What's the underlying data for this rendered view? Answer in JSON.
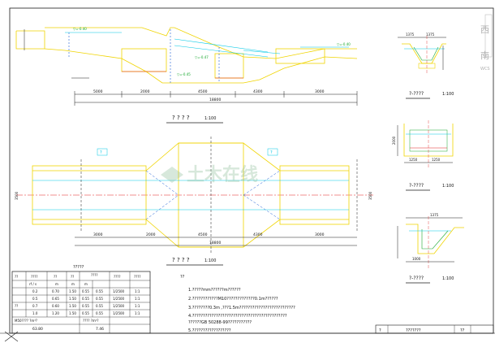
{
  "colors": {
    "background": "#ffffff",
    "frame": "#1a1a1a",
    "outline_yellow": "#f0d400",
    "accent_cyan": "#00c8e6",
    "dimension_blue": "#1a5cd6",
    "annotation_green": "#19a830",
    "rebar_red": "#e02020",
    "text_black": "#111111",
    "magenta": "#c000c0",
    "watermark": "#8fbf9a"
  },
  "profile_view": {
    "title": "? ? ? ?",
    "scale": "1:100",
    "dimensions": [
      "5000",
      "2000",
      "4500",
      "4300",
      "3000"
    ],
    "total_length": "18800",
    "elevations": [
      "▽=-0.40",
      "▽=-0.45",
      "▽=-0.47",
      "▽=-0.40"
    ]
  },
  "plan_view": {
    "title": "? ? ? ?",
    "scale": "1:100",
    "dimensions": [
      "3000",
      "2000",
      "4500",
      "4300",
      "3000"
    ],
    "total_length": "18800",
    "side_widths": [
      "3500",
      "3500"
    ],
    "tag_left": "?",
    "tag_right": "?"
  },
  "section_1": {
    "title": "?-????",
    "scale": "1:100",
    "dims": [
      "1375",
      "1375"
    ]
  },
  "section_2": {
    "title": "?-????",
    "scale": "1:100",
    "dims": [
      "1250",
      "1250",
      "2000"
    ]
  },
  "section_3": {
    "title": "?-????",
    "scale": "1:100",
    "dims": [
      "1000",
      "1375"
    ]
  },
  "corner_chars": {
    "top": "西",
    "bottom": "南",
    "label": "WCS"
  },
  "watermark_text": "土木在线",
  "table": {
    "title": "?????",
    "headers": [
      "??",
      "????",
      "??",
      "??",
      "????",
      "????",
      "????"
    ],
    "subheaders": [
      "rf / s",
      "m",
      "m",
      "m",
      "",
      ""
    ],
    "group_label": "??",
    "rows": [
      [
        "0.2",
        "0.70",
        "1.50",
        "0.55",
        "0.55",
        "1/2500",
        "1:1"
      ],
      [
        "0.5",
        "0.65",
        "1.50",
        "0.55",
        "0.55",
        "1/2500",
        "1:1"
      ],
      [
        "0.7",
        "0.60",
        "1.50",
        "0.55",
        "0.55",
        "1/2500",
        "1:1"
      ],
      [
        "1.0",
        "1.20",
        "1.50",
        "0.55",
        "0.55",
        "1/2500",
        "1:1"
      ]
    ],
    "footer_label_1": "M50????  ?m³?",
    "footer_label_2": "????  ?m³?",
    "footer_value_1": "63.80",
    "footer_value_2": "7.46"
  },
  "notes": {
    "heading": "??",
    "items": [
      "1.?????mm??????m??????",
      "2.????????????M10?????????????0.1m??????",
      "3.????????0.3m  ,???1.5m??????????????????????????",
      "4.????????????????????????????????????????????",
      "   ??????GB 50288-99???????????",
      "5.??????????????????"
    ]
  },
  "title_block": {
    "cell_1": "?",
    "cell_2": "???????",
    "cell_3": "??"
  }
}
